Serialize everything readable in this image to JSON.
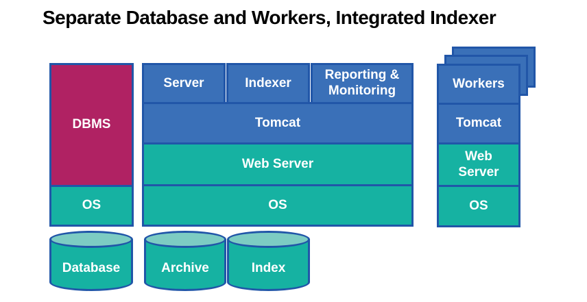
{
  "title": "Separate Database and Workers, Integrated Indexer",
  "colors": {
    "blue_fill": "#3a70b8",
    "blue_border": "#2156a8",
    "teal_fill": "#16b2a2",
    "teal_light": "#7dccc3",
    "crimson_fill": "#b02263",
    "label_text": "#ffffff",
    "title_text": "#000000"
  },
  "database_stack": {
    "dbms": "DBMS",
    "os": "OS",
    "store": "Database"
  },
  "app_stack": {
    "server": "Server",
    "indexer": "Indexer",
    "reporting_monitoring": "Reporting &\nMonitoring",
    "tomcat": "Tomcat",
    "web_server": "Web Server",
    "os": "OS",
    "archive_store": "Archive",
    "index_store": "Index"
  },
  "worker_stack": {
    "workers": "Workers",
    "tomcat": "Tomcat",
    "web_server": "Web\nServer",
    "os": "OS"
  }
}
